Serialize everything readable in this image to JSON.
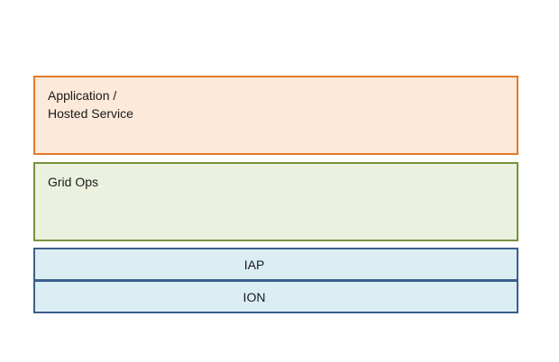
{
  "layers": {
    "application": {
      "line1": "Application /",
      "line2": "Hosted Service",
      "fill": "#fde9d9",
      "border": "#e07b2c"
    },
    "grid_ops": {
      "label": "Grid Ops",
      "fill": "#ebf1de",
      "border": "#77933c"
    },
    "iap": {
      "label": "IAP",
      "fill": "#dbeef3",
      "border": "#3b5e8c"
    },
    "ion": {
      "label": "ION",
      "fill": "#dbeef3",
      "border": "#3b5e8c"
    }
  }
}
